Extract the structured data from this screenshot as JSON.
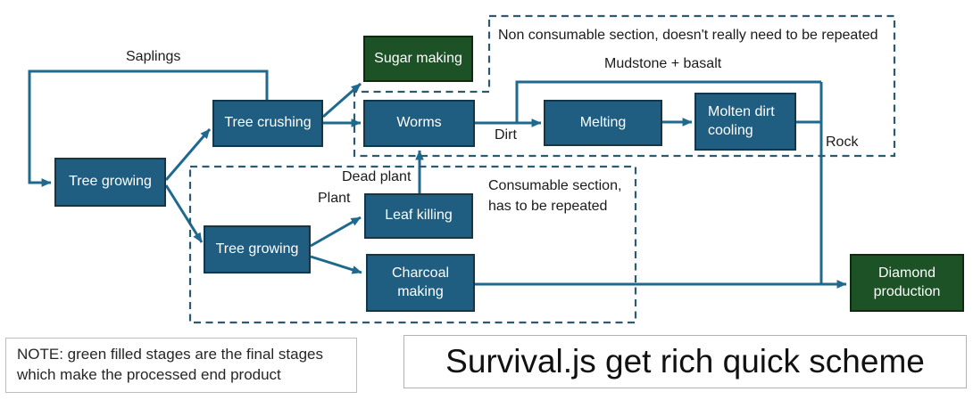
{
  "title": "Survival.js get rich quick scheme",
  "note": {
    "line1": "NOTE: green filled stages are the final stages",
    "line2": "which make the processed end product"
  },
  "sections": {
    "non_consumable_label": "Non consumable section, doesn't really need to be repeated",
    "consumable_label": "Consumable section, has to be repeated"
  },
  "nodes": {
    "tree_growing_1": "Tree growing",
    "tree_crushing": "Tree crushing",
    "sugar_making": "Sugar making",
    "worms": "Worms",
    "melting": "Melting",
    "molten_dirt_cooling": "Molten dirt cooling",
    "tree_growing_2": "Tree growing",
    "leaf_killing": "Leaf killing",
    "charcoal_making": "Charcoal making",
    "diamond_production": "Diamond production"
  },
  "edge_labels": {
    "saplings": "Saplings",
    "dirt": "Dirt",
    "mudstone_basalt": "Mudstone + basalt",
    "rock": "Rock",
    "dead_plant": "Dead plant",
    "plant": "Plant"
  },
  "colors": {
    "process_fill": "#1F5E80",
    "process_border": "#12364A",
    "final_fill": "#1D5226",
    "final_border": "#0C2B10",
    "connector": "#1F698E",
    "section_dash": "#2A5B70"
  }
}
